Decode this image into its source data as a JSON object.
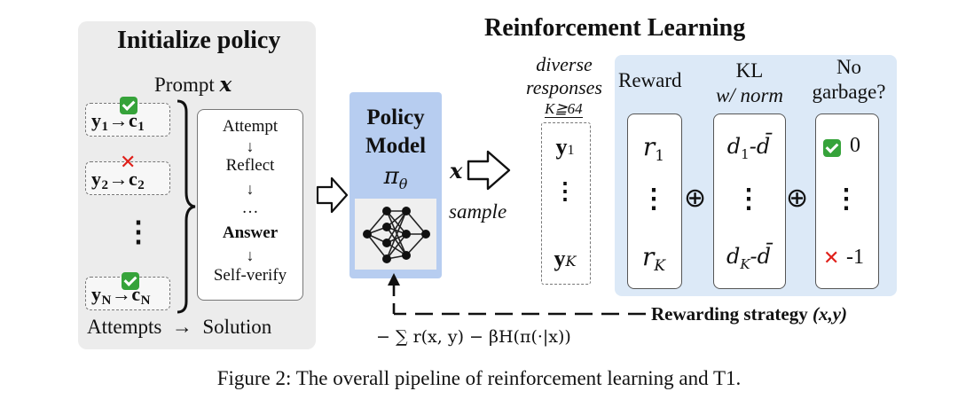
{
  "init": {
    "title": "Initialize policy",
    "prompt": "Prompt",
    "prompt_var": "x",
    "attempts": [
      {
        "y": "y",
        "y_sub": "1",
        "c": "c",
        "c_sub": "1",
        "mark": "check"
      },
      {
        "y": "y",
        "y_sub": "2",
        "c": "c",
        "c_sub": "2",
        "mark": "cross"
      },
      {
        "y": "y",
        "y_sub": "N",
        "c": "c",
        "c_sub": "N",
        "mark": "check"
      }
    ],
    "vdots": "⋮",
    "flow": [
      "Attempt",
      "Reflect",
      "…",
      "Answer",
      "Self-verify"
    ],
    "flow_arrow": "↓",
    "footer": "Attempts  →  Solution"
  },
  "policy": {
    "line1": "Policy",
    "line2": "Model",
    "symbol": "π",
    "symbol_sub": "θ"
  },
  "rl": {
    "title": "Reinforcement Learning",
    "x_label": "x",
    "sample_label": "sample",
    "diverse": "diverse",
    "responses": "responses",
    "k_label": "K≧64",
    "responses_col": {
      "top": "y",
      "top_sub": "1",
      "mid": "⋮",
      "bot": "y",
      "bot_sub": "K"
    },
    "reward_header": "Reward",
    "reward_col": {
      "top": "r",
      "top_sub": "1",
      "mid": "⋮",
      "bot": "r",
      "bot_sub": "K"
    },
    "kl_header_1": "KL",
    "kl_header_2": "w/ norm",
    "kl_col": {
      "top": "d",
      "top_sub": "1",
      "top_tail": "-d̄",
      "mid": "⋮",
      "bot": "d",
      "bot_sub": "K",
      "bot_tail": "-d̄"
    },
    "garbage_header_1": "No",
    "garbage_header_2": "garbage?",
    "garbage_col": {
      "top_value": "0",
      "mid": "⋮",
      "bot_value": "-1"
    },
    "oplus": "⊕"
  },
  "strategy": {
    "label": "Rewarding strategy",
    "args": "(x,y)",
    "formula": "− ∑ r(x, y) − βH(π(·|x))"
  },
  "caption": "Figure 2: The overall pipeline of reinforcement learning and T1.",
  "colors": {
    "check": "#36a33a",
    "cross": "#e0201a",
    "policy_bg": "#b7cdf0",
    "rl_bg": "#dce9f7",
    "init_bg": "#ececec"
  }
}
